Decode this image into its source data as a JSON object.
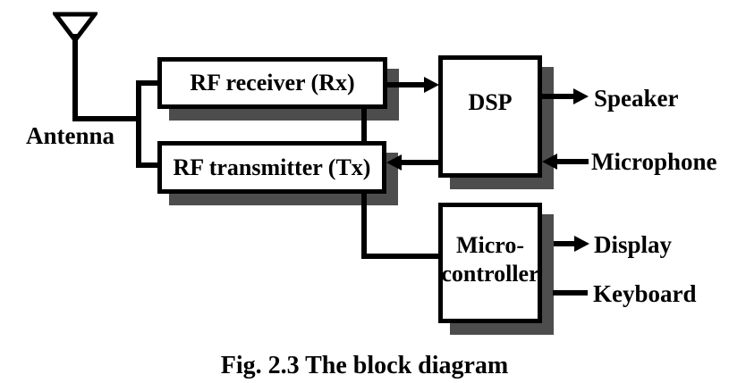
{
  "diagram": {
    "caption": "Fig. 2.3 The block diagram",
    "blocks": {
      "rf_receiver": {
        "label": "RF receiver (Rx)"
      },
      "rf_transmitter": {
        "label": "RF transmitter (Tx)"
      },
      "dsp": {
        "label": "DSP"
      },
      "microcontroller": {
        "label_line1": "Micro-",
        "label_line2": "controller"
      }
    },
    "peripherals": {
      "antenna": "Antenna",
      "speaker": "Speaker",
      "microphone": "Microphone",
      "display": "Display",
      "keyboard": "Keyboard"
    },
    "colors": {
      "line": "#000000",
      "box_fill": "#ffffff",
      "shadow": "#4d4d4d",
      "background": "#ffffff",
      "text": "#000000"
    }
  }
}
